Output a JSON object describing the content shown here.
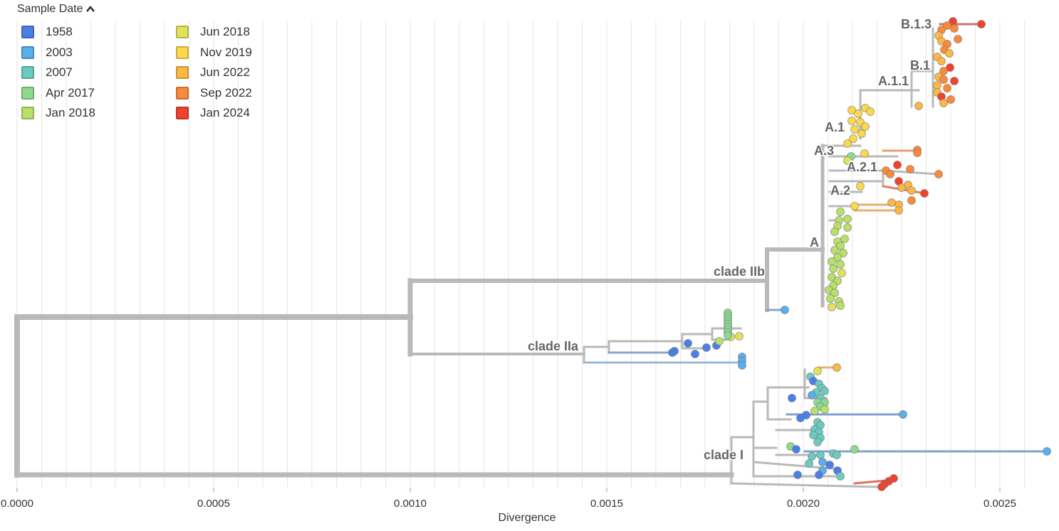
{
  "legend": {
    "title": "Sample Date",
    "items": [
      {
        "label": "1958",
        "color": "#4a7fe8"
      },
      {
        "label": "2003",
        "color": "#5aaeec"
      },
      {
        "label": "2007",
        "color": "#6ccbc0"
      },
      {
        "label": "Apr 2017",
        "color": "#8dda8f"
      },
      {
        "label": "Jan 2018",
        "color": "#b8e06a"
      },
      {
        "label": "Jun 2018",
        "color": "#e0e35a"
      },
      {
        "label": "Nov 2019",
        "color": "#fad94e"
      },
      {
        "label": "Jun 2022",
        "color": "#fbb845"
      },
      {
        "label": "Sep 2022",
        "color": "#f98a3c"
      },
      {
        "label": "Jan 2024",
        "color": "#f0432f"
      }
    ]
  },
  "chart_data": {
    "type": "scatter",
    "title": "",
    "xlabel": "Divergence",
    "ylabel": "",
    "xlim": [
      0,
      0.00265
    ],
    "ticks": [
      "0.0000",
      "0.0005",
      "0.0010",
      "0.0015",
      "0.0020",
      "0.0025"
    ],
    "tick_values": [
      0,
      0.0005,
      0.001,
      0.0015,
      0.002,
      0.0025
    ],
    "clade_labels": [
      {
        "label": "B.1.3",
        "divergence": 0.00234
      },
      {
        "label": "B.1",
        "divergence": 0.00234
      },
      {
        "label": "A.1.1",
        "divergence": 0.00229
      },
      {
        "label": "A.1",
        "divergence": 0.00212
      },
      {
        "label": "A.3",
        "divergence": 0.00206
      },
      {
        "label": "A.2.1",
        "divergence": 0.0022
      },
      {
        "label": "A.2",
        "divergence": 0.00208
      },
      {
        "label": "A",
        "divergence": 0.00204
      },
      {
        "label": "clade IIb",
        "divergence": 0.00191
      },
      {
        "label": "clade IIa",
        "divergence": 0.00143
      },
      {
        "label": "clade I",
        "divergence": 0.00182
      }
    ],
    "grid": true,
    "legend_position": "top-left"
  }
}
